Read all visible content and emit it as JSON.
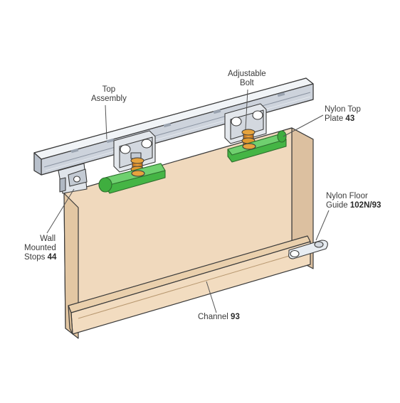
{
  "labels": {
    "top_assembly": {
      "line1": "Top",
      "line2": "Assembly"
    },
    "adjustable_bolt": {
      "line1": "Adjustable",
      "line2": "Bolt"
    },
    "nylon_top_plate": {
      "line1": "Nylon Top",
      "line2_text": "Plate",
      "line2_code": "43"
    },
    "nylon_floor_guide": {
      "line1": "Nylon Floor",
      "line2_text": "Guide",
      "line2_code": "102N/93"
    },
    "wall_mounted_stops": {
      "line1": "Wall",
      "line2": "Mounted",
      "line3_text": "Stops",
      "line3_code": "44"
    },
    "channel": {
      "text": "Channel",
      "code": "93"
    }
  },
  "colors": {
    "door_face": "#f0d9bd",
    "door_edge": "#dcc0a0",
    "outline": "#3a3a3a",
    "track": "#d7dce4",
    "track_dark": "#aab2be",
    "nylon_green": "#3fae3f",
    "bolt_orange": "#e0902a",
    "steel": "#c9ced6"
  },
  "icons": [
    "top-assembly-track",
    "roller-hanger",
    "adjustable-bolt",
    "nylon-top-plate",
    "wall-stop",
    "floor-guide",
    "channel"
  ]
}
